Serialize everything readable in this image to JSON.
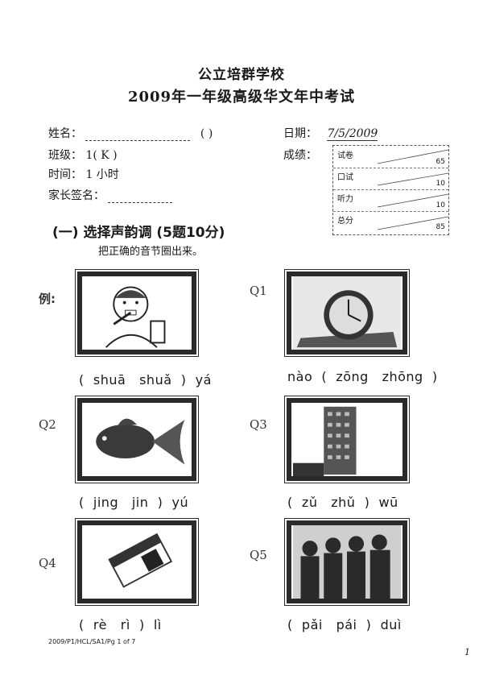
{
  "header": {
    "school": "公立培群学校",
    "title": "2009年一年级高级华文年中考试"
  },
  "info": {
    "name_label": "姓名：",
    "name_paren": "(        )",
    "class_label": "班级：",
    "class_value": "1( K )",
    "time_label": "时间：",
    "time_value": "1 小时",
    "parent_label": "家长签名：",
    "date_label": "日期：",
    "date_value": "7/5/2009",
    "score_label": "成绩："
  },
  "score_table": [
    {
      "name": "试卷",
      "max": "65"
    },
    {
      "name": "口试",
      "max": "10"
    },
    {
      "name": "听力",
      "max": "10"
    },
    {
      "name": "总分",
      "max": "85"
    }
  ],
  "section": {
    "title": "(一) 选择声韵调 (5题10分)",
    "instruction": "把正确的音节圈出来。"
  },
  "questions": [
    {
      "label": "例:",
      "pinyin": "(  shuā   shuǎ  )  yá"
    },
    {
      "label": "Q1",
      "pinyin": "nào  (  zōng   zhōng  )"
    },
    {
      "label": "Q2",
      "pinyin": "(  jing   jin  )  yú"
    },
    {
      "label": "Q3",
      "pinyin": "(  zǔ   zhǔ  )  wū"
    },
    {
      "label": "Q4",
      "pinyin": "(  rè   rì  )  lì"
    },
    {
      "label": "Q5",
      "pinyin": "(  pǎi   pái  )  duì"
    }
  ],
  "footer": {
    "code": "2009/P1/HCL/SA1/Pg 1 of 7",
    "page_mark": "1"
  }
}
